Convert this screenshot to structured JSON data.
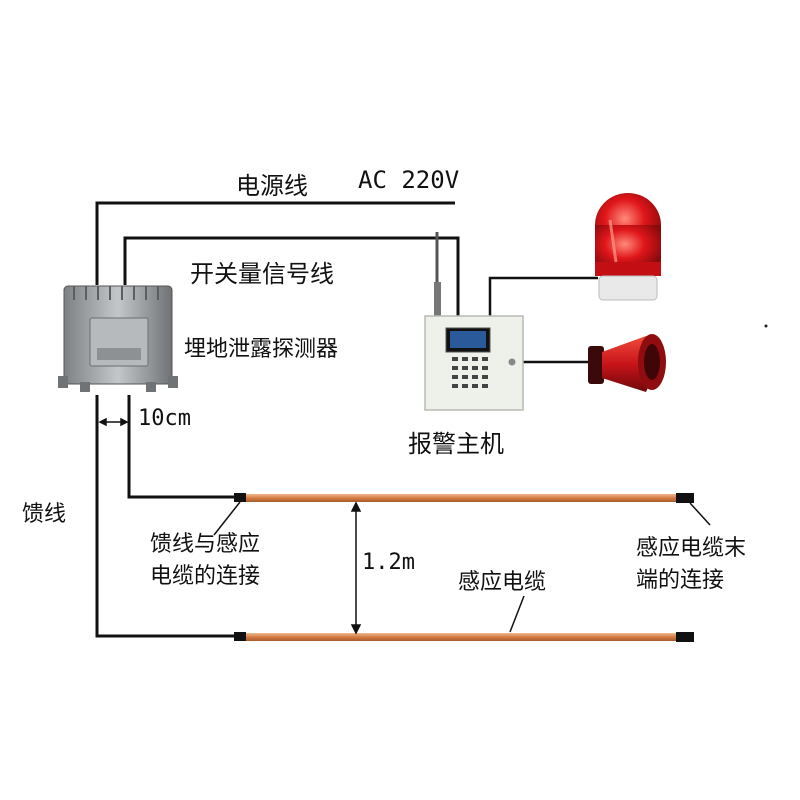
{
  "labels": {
    "power_line": "电源线",
    "power_spec": "AC 220V",
    "switch_signal_line": "开关量信号线",
    "detector": "埋地泄露探测器",
    "alarm_host": "报警主机",
    "spacing": "10cm",
    "feeder": "馈线",
    "feeder_joint_line1": "馈线与感应",
    "feeder_joint_line2": "电缆的连接",
    "distance": "1.2m",
    "sensing_cable": "感应电缆",
    "cable_end_line1": "感应电缆末",
    "cable_end_line2": "端的连接"
  },
  "colors": {
    "wire": "#111111",
    "cable_copper": "#d98a55",
    "beacon_red": "#e0161a",
    "horn_red": "#c8141a",
    "detector_gray": "#9fa3a6",
    "host_panel": "#eef0ea"
  },
  "icons": [
    "detector-box-icon",
    "alarm-host-icon",
    "antenna-icon",
    "strobe-beacon-icon",
    "horn-siren-icon"
  ]
}
